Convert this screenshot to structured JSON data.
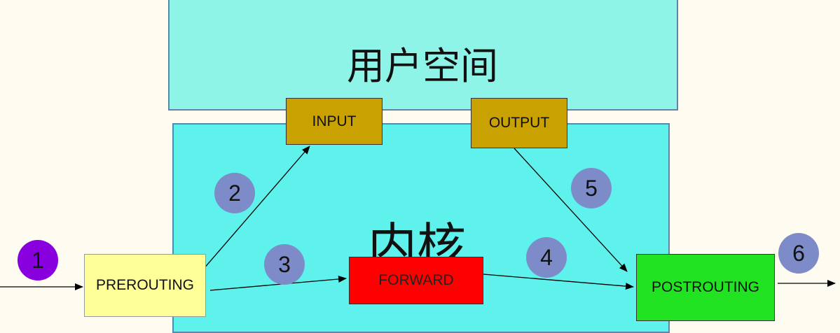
{
  "regions": {
    "user_space": "用户空间",
    "kernel_space": "内核"
  },
  "hooks": {
    "input": "INPUT",
    "output": "OUTPUT",
    "prerouting": "PREROUTING",
    "forward": "FORWARD",
    "postrouting": "POSTROUTING"
  },
  "steps": [
    "1",
    "2",
    "3",
    "4",
    "5",
    "6"
  ],
  "colors": {
    "user_space": "#8ff4e8",
    "kernel_space": "#5ff1ec",
    "input_output": "#c9a100",
    "prerouting": "#ffff99",
    "forward": "#ff0000",
    "postrouting": "#22e322",
    "step": "#7d8cc8",
    "step_entry": "#8800dd"
  }
}
